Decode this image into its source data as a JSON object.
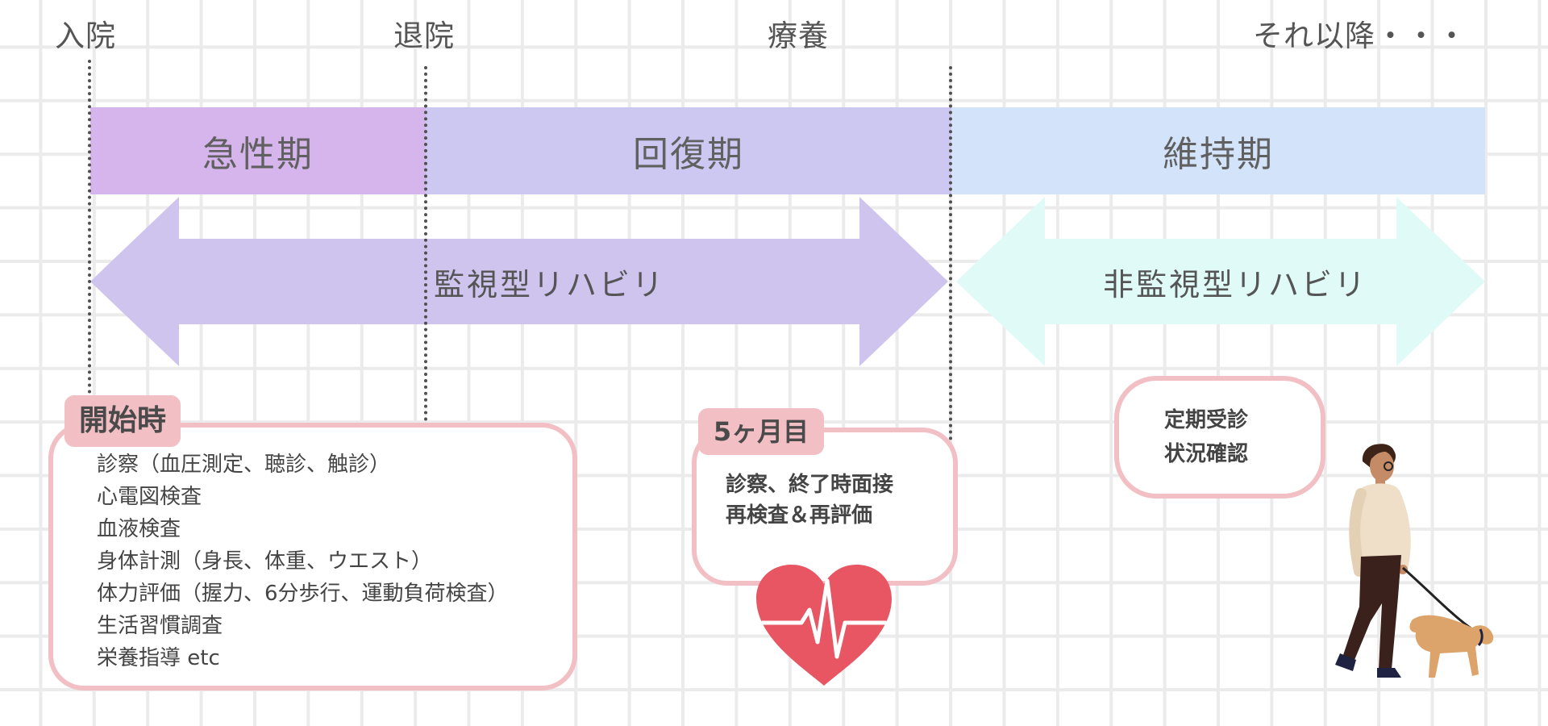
{
  "stages": {
    "admission": "入院",
    "discharge": "退院",
    "recuperation": "療養",
    "thereafter": "それ以降・・・"
  },
  "phases": {
    "acute": "急性期",
    "recovery": "回復期",
    "maintenance": "維持期"
  },
  "rehab": {
    "supervised": "監視型リハビリ",
    "unsupervised": "非監視型リハビリ"
  },
  "start_card": {
    "tab": "開始時",
    "items": [
      "診察（血圧測定、聴診、触診）",
      "心電図検査",
      "血液検査",
      "身体計測（身長、体重、ウエスト）",
      "体力評価（握力、6分歩行、運動負荷検査）",
      "生活習慣調査",
      "栄養指導 etc"
    ]
  },
  "month5_card": {
    "tab": "5ヶ月目",
    "lines": [
      "診察、終了時面接",
      "再検査＆再評価"
    ]
  },
  "checkup_card": {
    "lines": [
      "定期受診",
      "状況確認"
    ]
  },
  "colors": {
    "acute": "#d6b4ec",
    "recovery": "#cdc8f2",
    "maintenance": "#d2e3fa",
    "supervised_arrow": "#cfc4ee",
    "unsupervised_arrow": "#e0fbf7",
    "card_border": "#f1bfc4",
    "heart": "#e85563"
  },
  "icons": [
    "heartbeat-heart-icon",
    "person-walking-dog-illustration"
  ]
}
